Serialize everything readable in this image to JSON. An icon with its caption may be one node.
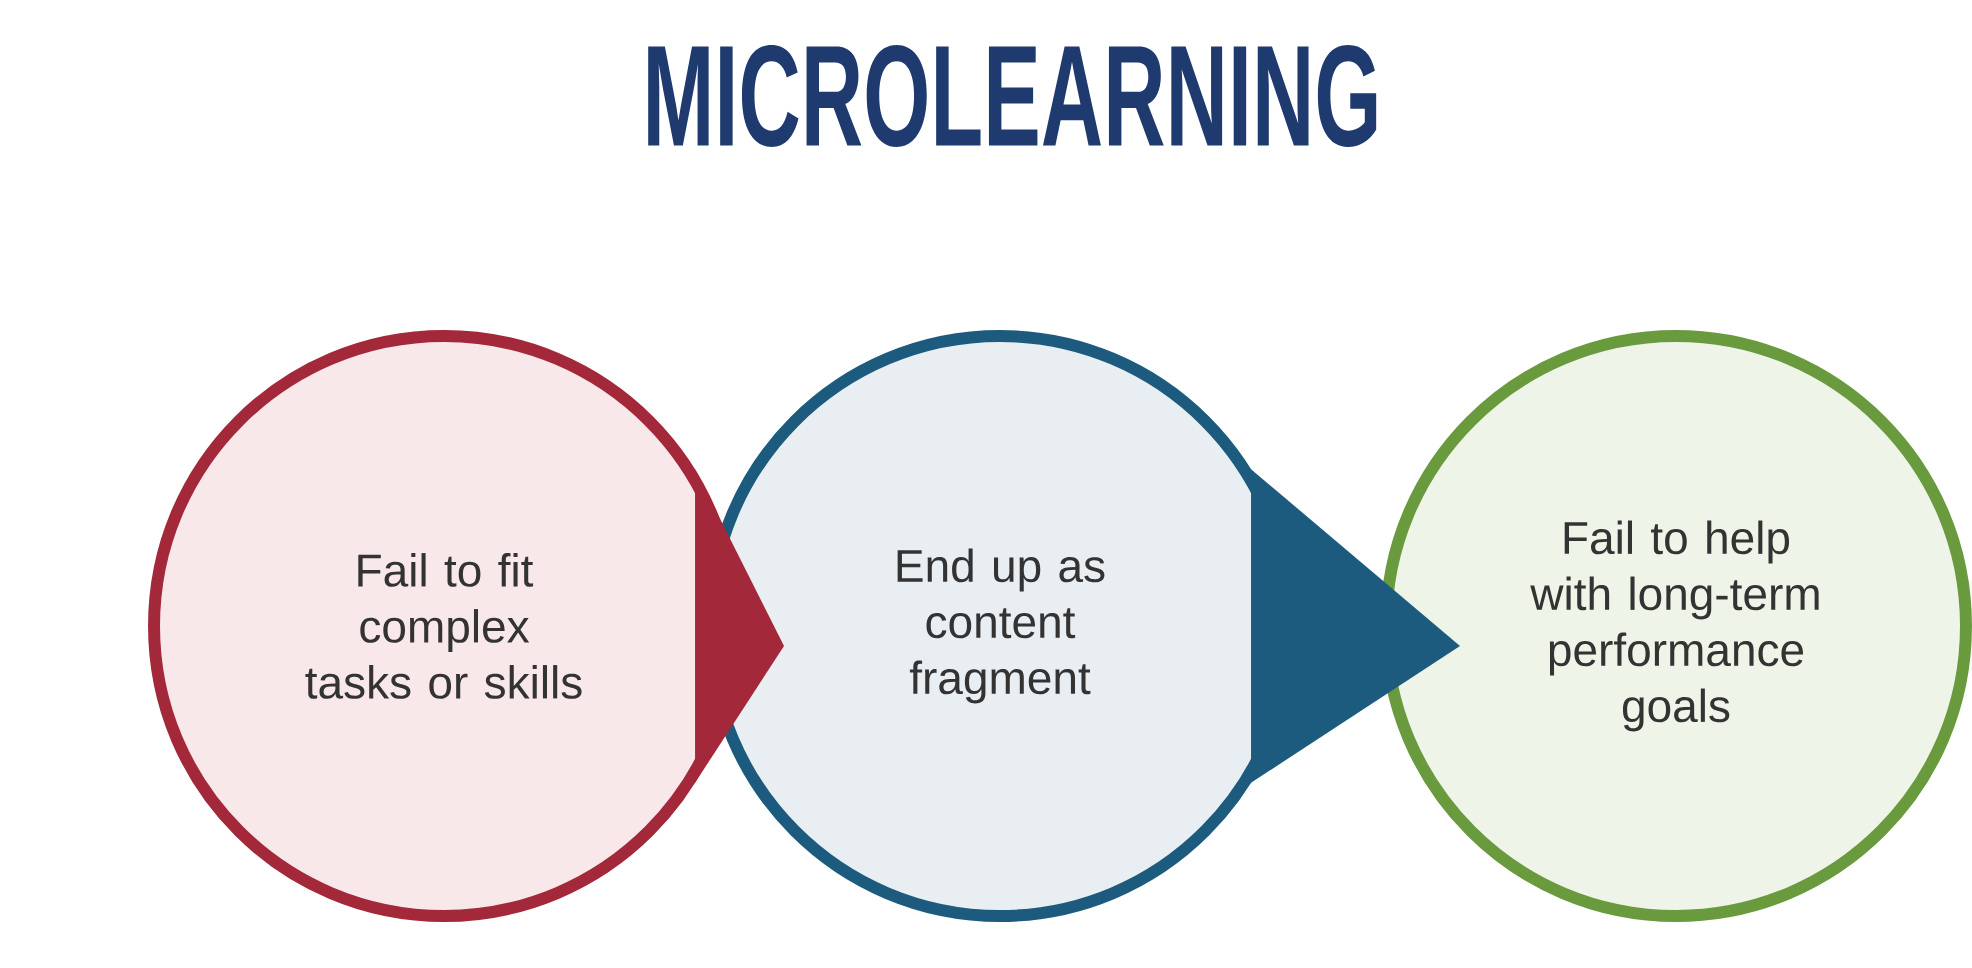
{
  "diagram": {
    "title": "MICROLEARNING",
    "nodes": [
      {
        "text": [
          "Fail to fit complex tasks or skills"
        ]
      },
      {
        "text": [
          "End up as content fragment"
        ]
      },
      {
        "text": [
          "Fail to help with long-term performance goals"
        ]
      }
    ],
    "edges": [
      {
        "from": 0,
        "to": 1,
        "arrow": "to",
        "color": "#a3283a"
      },
      {
        "from": 1,
        "to": 2,
        "arrow": "to",
        "color": "#1d5b7e"
      }
    ]
  }
}
